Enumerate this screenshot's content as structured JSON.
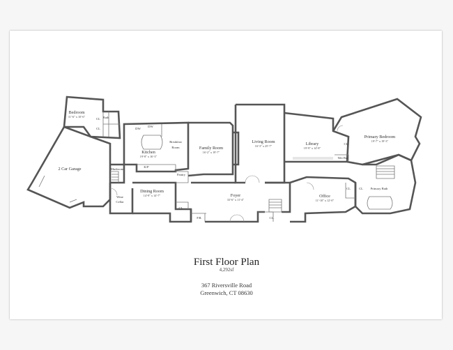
{
  "title": "First Floor Plan",
  "area": "4,292sf",
  "address": {
    "street": "367 Riversville Road",
    "city": "Greenwich, CT 08630"
  },
  "rooms": {
    "bedroom": {
      "name": "Bedroom",
      "dims": "11'-6\" x 10'-6\""
    },
    "garage": {
      "name": "2 Car Garage"
    },
    "mudroom": {
      "name": "Mudroom"
    },
    "kitchen": {
      "name": "Kitchen",
      "dims": "19'-8\" x 16'-3\""
    },
    "breakfast": {
      "name": "Breakfast Room"
    },
    "family": {
      "name": "Family Room",
      "dims": "16'-2\" x 19'-7\""
    },
    "living": {
      "name": "Living Room",
      "dims": "16'-3\" x 25'-7\""
    },
    "library": {
      "name": "Library",
      "dims": "19'-9\" x 14'-8\""
    },
    "primary_bedroom": {
      "name": "Primary Bedroom",
      "dims": "19'-7\" x 19'-3\""
    },
    "dining": {
      "name": "Dining Room",
      "dims": "14'-9\" x 14'-7\""
    },
    "wine": {
      "name": "Wine Cellar"
    },
    "foyer": {
      "name": "Foyer",
      "dims": "33'-6\" x 11'-4\""
    },
    "office": {
      "name": "Office",
      "dims": "11'-10\" x 12'-0\""
    },
    "primary_bath": {
      "name": "Primary Bath"
    },
    "pantry": {
      "name": "Pantry"
    },
    "wet_bar": {
      "name": "Wet Bar"
    },
    "powder": {
      "name": "P.R."
    }
  },
  "labels": {
    "cl": "CL",
    "cl_dot": "CL.",
    "bath": "Bath",
    "dw": "DW",
    "kp": "K/P"
  }
}
